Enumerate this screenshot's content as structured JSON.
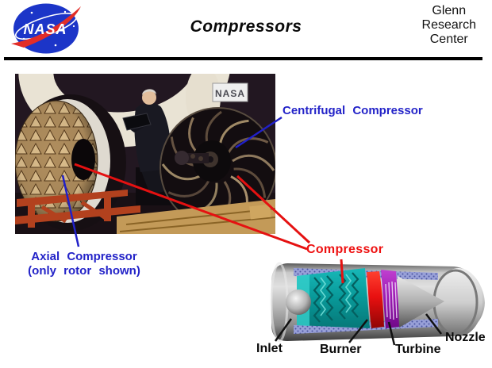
{
  "header": {
    "title": "Compressors",
    "org_line1": "Glenn",
    "org_line2": "Research",
    "org_line3": "Center",
    "logo_text": "NASA"
  },
  "photo": {
    "sign_text": "NASA",
    "centrifugal_label": "Centrifugal Compressor",
    "axial_label_line1": "Axial Compressor",
    "axial_label_line2": "(only rotor shown)"
  },
  "engine": {
    "compressor_label": "Compressor",
    "inlet_label": "Inlet",
    "burner_label": "Burner",
    "turbine_label": "Turbine",
    "nozzle_label": "Nozzle"
  },
  "colors": {
    "label_blue": "#2323c8",
    "label_red": "#ee1111",
    "leader_black": "#111111",
    "nasa_logo_blue": "#1c35c8",
    "nasa_logo_red": "#e22d28",
    "compressor_teal": "#089898",
    "burner_red": "#e81010",
    "turbine_purple": "#9918b0"
  }
}
